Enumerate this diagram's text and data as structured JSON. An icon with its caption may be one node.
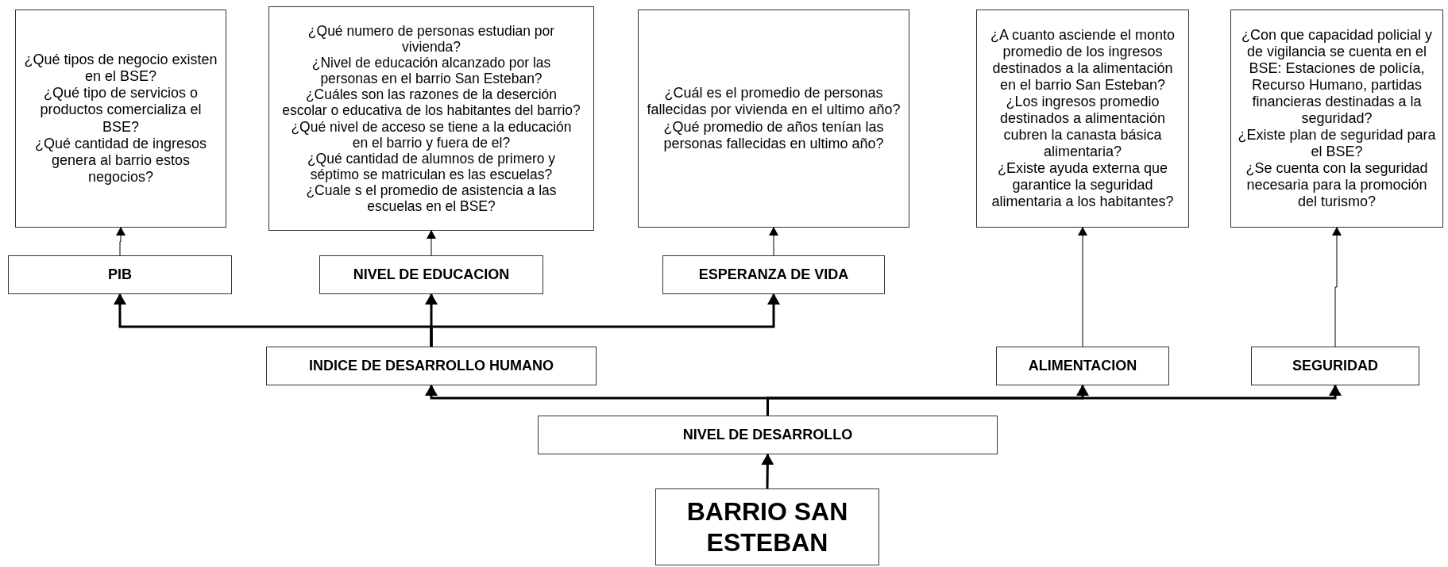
{
  "diagram": {
    "nodes": [
      {
        "text": [
          "¿Qué tipos de negocio existen en el BSE?",
          "¿Qué tipo de servicios o productos comercializa el BSE?",
          "¿Qué cantidad de ingresos genera al barrio estos negocios?"
        ]
      },
      {
        "text": [
          "¿Qué numero de personas estudian por vivienda?",
          "¿Nivel de educación alcanzado por las personas en el barrio San Esteban?",
          "¿Cuáles son las razones de la deserción escolar o educativa de los habitantes del barrio?",
          "¿Qué nivel de acceso se tiene a la educación en el barrio y fuera de el?",
          "¿Qué cantidad de alumnos de primero y séptimo se matriculan es las escuelas?",
          "¿Cuale s el promedio de asistencia a las escuelas en el BSE?"
        ]
      },
      {
        "text": [
          "¿Cuál es el promedio de personas fallecidas por vivienda en el ultimo año?",
          "¿Qué promedio de años tenían las personas fallecidas en ultimo año?"
        ]
      },
      {
        "text": [
          "¿A cuanto asciende el monto promedio de los ingresos destinados a la alimentación en el barrio San Esteban?",
          "¿Los ingresos promedio destinados a alimentación cubren la canasta básica alimentaria?",
          "¿Existe ayuda externa que garantice la seguridad alimentaria a los habitantes?"
        ]
      },
      {
        "text": [
          "¿Con que capacidad policial y de vigilancia se cuenta en el BSE: Estaciones de policía, Recurso Humano, partidas financieras destinadas a la seguridad?",
          "¿Existe plan de seguridad para el BSE?",
          "¿Se cuenta con la seguridad necesaria para la promoción del turismo?"
        ]
      },
      {
        "text": [
          "PIB"
        ]
      },
      {
        "text": [
          "NIVEL DE EDUCACION"
        ]
      },
      {
        "text": [
          "ESPERANZA DE VIDA"
        ]
      },
      {
        "text": [
          "INDICE DE DESARROLLO HUMANO"
        ]
      },
      {
        "text": [
          "ALIMENTACION"
        ]
      },
      {
        "text": [
          "SEGURIDAD"
        ]
      },
      {
        "text": [
          "NIVEL DE DESARROLLO"
        ]
      },
      {
        "text": [
          "BARRIO SAN ESTEBAN"
        ]
      }
    ],
    "edges": [
      {
        "from": 12,
        "to": 11,
        "arrow": "to"
      },
      {
        "from": 11,
        "to": 8,
        "arrow": "to"
      },
      {
        "from": 11,
        "to": 9,
        "arrow": "to"
      },
      {
        "from": 11,
        "to": 10,
        "arrow": "to"
      },
      {
        "from": 8,
        "to": 5,
        "arrow": "to"
      },
      {
        "from": 8,
        "to": 6,
        "arrow": "to"
      },
      {
        "from": 8,
        "to": 7,
        "arrow": "to"
      },
      {
        "from": 5,
        "to": 0,
        "arrow": "to"
      },
      {
        "from": 6,
        "to": 1,
        "arrow": "to"
      },
      {
        "from": 7,
        "to": 2,
        "arrow": "to"
      },
      {
        "from": 9,
        "to": 3,
        "arrow": "to"
      },
      {
        "from": 10,
        "to": 4,
        "arrow": "to"
      }
    ]
  }
}
